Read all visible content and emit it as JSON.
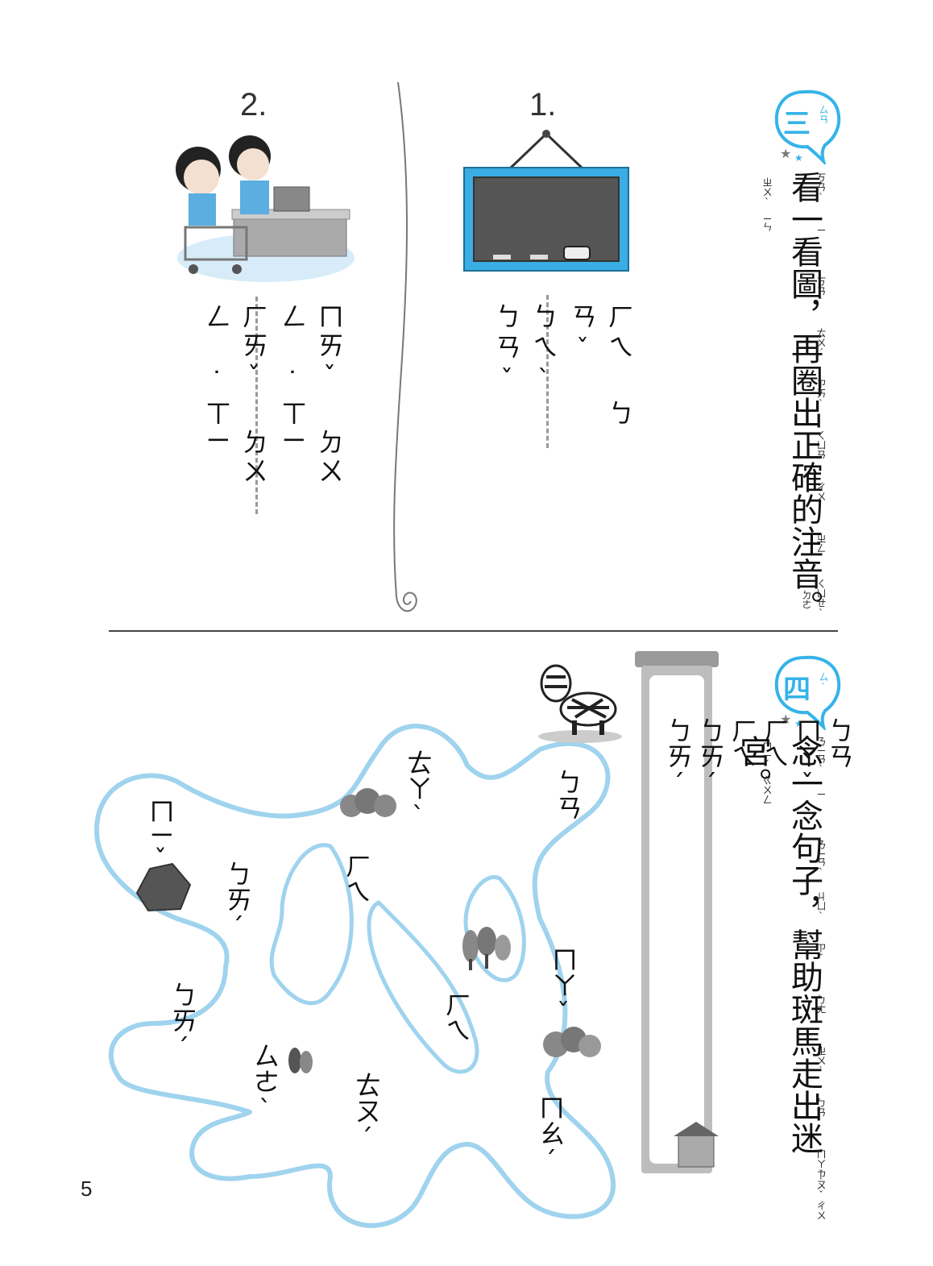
{
  "section3": {
    "number": "三",
    "number_note": "ㄙㄢ",
    "instruction": "看一看圖，再圈出正確的注音。",
    "ruby": {
      "c1": "ㄎㄢˋ",
      "c2": "ㄧ",
      "c3": "ㄎㄢˋ",
      "c4": "ㄊㄨˊ",
      "c5": "ㄗㄞˋ",
      "c6": "ㄑㄩㄢ",
      "c7": "ㄔㄨ",
      "c8": "ㄓㄥˋ",
      "c9": "ㄑㄩㄝˋ",
      "c10": "˙ㄉㄜ",
      "c11": "ㄓㄨˋ",
      "c12": "ㄧㄣ"
    },
    "q1": {
      "label": "1.",
      "option_a": "ㄏㄟ ㄅㄢˇ",
      "option_b": "ㄅㄟˋ ㄅㄢˇ"
    },
    "q2": {
      "label": "2.",
      "option_a": "ㄇㄞˇ ㄉㄨㄥ ˙ㄒㄧ",
      "option_b": "ㄏㄞˇ ㄉㄨㄥ ˙ㄒㄧ"
    }
  },
  "section4": {
    "number": "四",
    "number_note": "ㄙˋ",
    "instruction": "念一念句子，幫助斑馬走出迷宮。",
    "ruby": {
      "c1": "ㄋㄧㄢˋ",
      "c2": "ㄧ",
      "c3": "ㄋㄧㄢˋ",
      "c4": "ㄐㄩˋ",
      "c5": "ㄗˇ",
      "c6": "ㄅㄤ",
      "c7": "ㄓㄨˋ",
      "c8": "ㄅㄢ",
      "c9": "ㄇㄚˇ",
      "c10": "ㄗㄡˇ",
      "c11": "ㄔㄨ",
      "c12": "ㄇㄧˊ",
      "c13": "ㄍㄨㄥ"
    },
    "sentence": [
      "ㄅㄢ",
      "ㄇㄚˇ",
      "ㄏㄟ",
      "ㄏㄟ",
      "ㄅㄞˊ",
      "ㄅㄞˊ"
    ],
    "maze": {
      "mi": "ㄇㄧˇ",
      "bai1": "ㄅㄞˊ",
      "bai2": "ㄅㄞˊ",
      "hei1": "ㄏㄟ",
      "hei2": "ㄏㄟ",
      "ta": "ㄊㄚˋ",
      "ban": "ㄅㄢ",
      "ma": "ㄇㄚˇ",
      "se": "ㄙㄜˋ",
      "tou": "ㄊㄡˊ",
      "mao": "ㄇㄠˊ"
    }
  },
  "page_number": "5",
  "colors": {
    "accent": "#35b3e8",
    "maze": "#9fd3ee",
    "chalkboard_frame": "#3aaee4",
    "chalkboard": "#555555",
    "pillar": "#9a9a9a"
  }
}
